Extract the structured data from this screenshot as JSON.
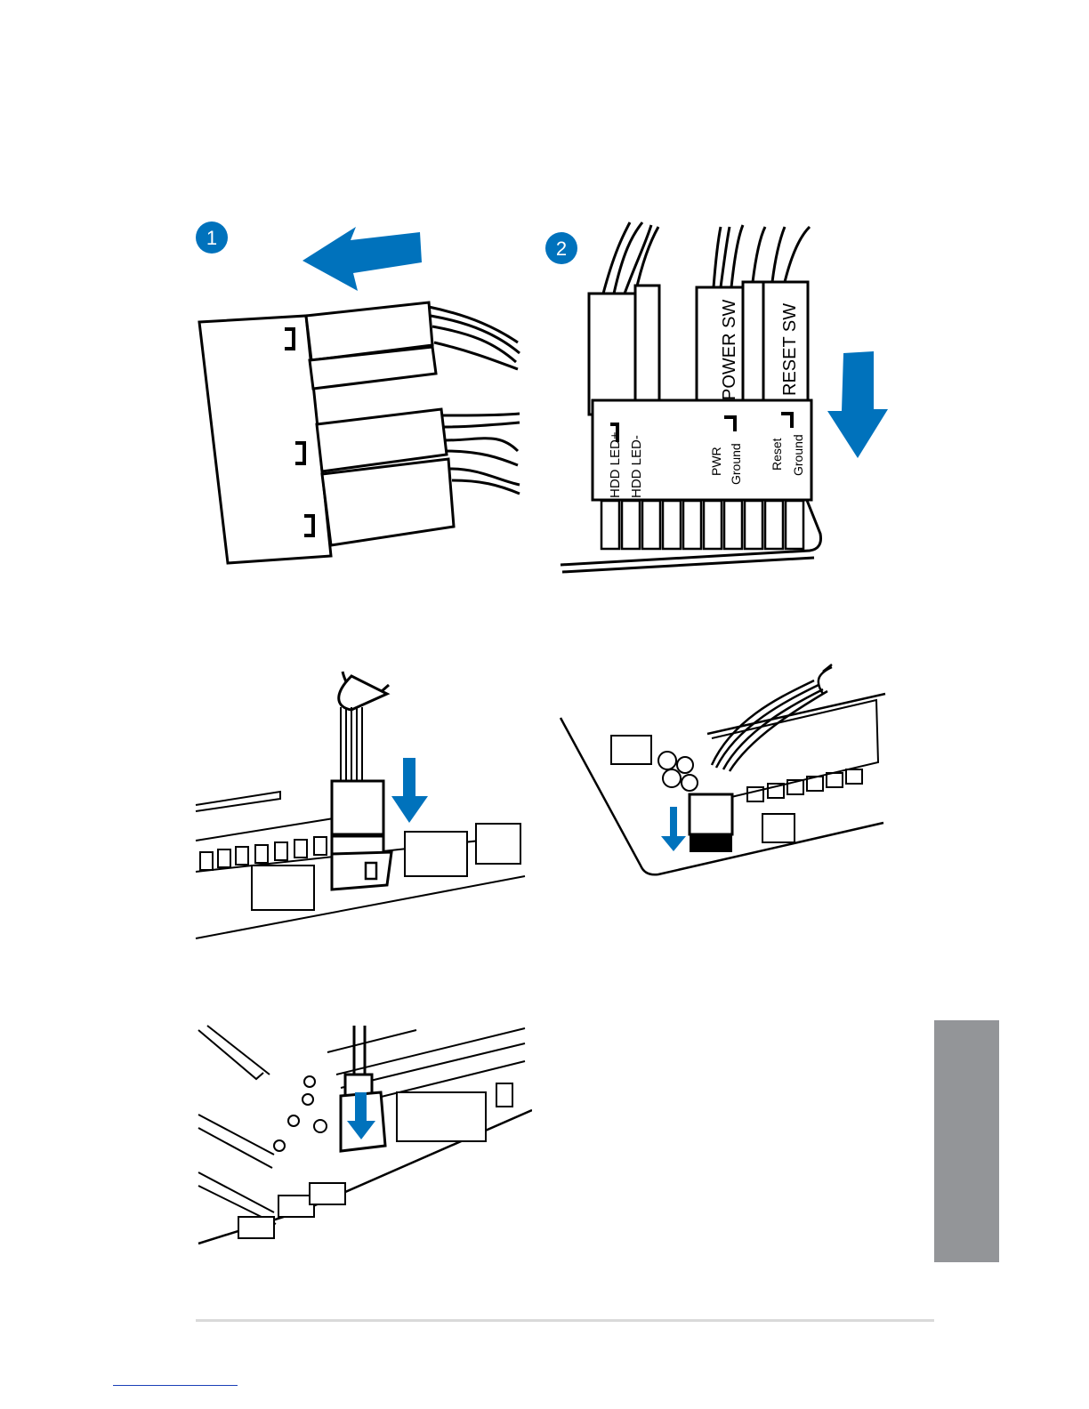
{
  "step_badges": {
    "step1": "1",
    "step2": "2"
  },
  "connector_labels": {
    "power_sw": "POWER SW",
    "reset_sw": "RESET SW",
    "hdd_led_plus": "HDD  LED+",
    "hdd_led_minus": "HDD  LED-",
    "pwr": "PWR",
    "pwr_ground": "Ground",
    "reset": "Reset",
    "reset_ground": "Ground"
  },
  "colors": {
    "accent_blue": "#0072bc",
    "side_tab_gray": "#939598",
    "footer_rule": "#d9d9d9"
  },
  "icons": [
    "arrow-left-icon",
    "arrow-down-icon"
  ]
}
